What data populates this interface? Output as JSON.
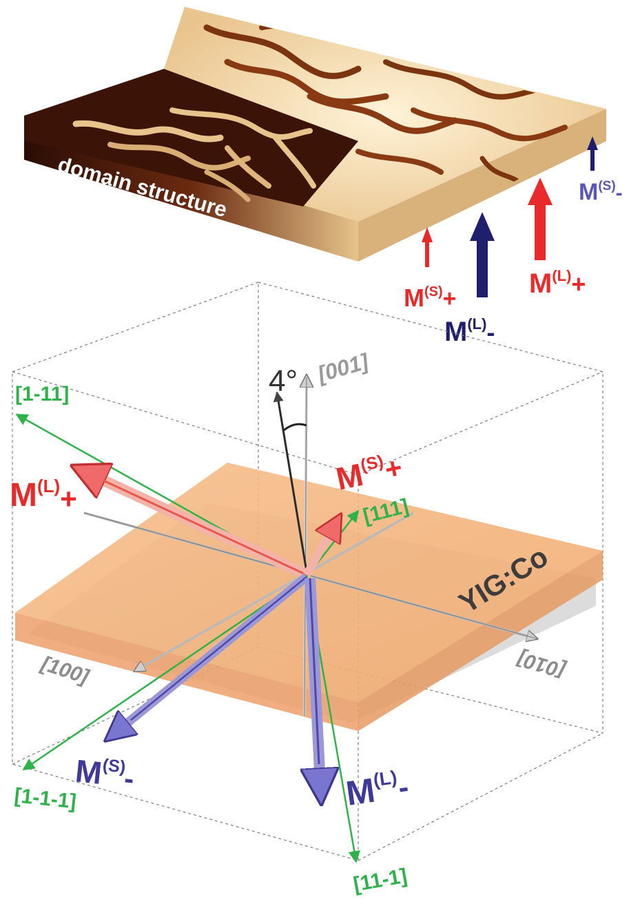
{
  "domain_image": {
    "caption": "domain structure"
  },
  "colors": {
    "red": "#e82a2a",
    "navy": "#1f1f6e",
    "blue_violet": "#5a56b8",
    "green": "#2fb24a",
    "gray": "#8c8c8c",
    "film": "#f5b27a"
  },
  "side_arrows": {
    "ms_plus": {
      "base": "M",
      "sup": "(S)",
      "sign": "+"
    },
    "ml_minus": {
      "base": "M",
      "sup": "(L)",
      "sign": "-"
    },
    "ml_plus": {
      "base": "M",
      "sup": "(L)",
      "sign": "+"
    },
    "ms_minus": {
      "base": "M",
      "sup": "(S)",
      "sign": "-"
    }
  },
  "crystal": {
    "angle_label": "4°",
    "film_label": "YIG:Co",
    "axes": {
      "a001": "[001]",
      "a100": "[100]",
      "a010": "[010]"
    },
    "diagonals": {
      "d1m11": "[1-11]",
      "d111": "[111]",
      "d1m1m1": "[1-1-1]",
      "d11m1": "[11-1]"
    },
    "vectors": {
      "ml_plus": {
        "base": "M",
        "sup": "(L)",
        "sign": "+"
      },
      "ms_plus": {
        "base": "M",
        "sup": "(S)",
        "sign": "+"
      },
      "ms_minus": {
        "base": "M",
        "sup": "(S)",
        "sign": "-"
      },
      "ml_minus": {
        "base": "M",
        "sup": "(L)",
        "sign": "-"
      }
    }
  }
}
